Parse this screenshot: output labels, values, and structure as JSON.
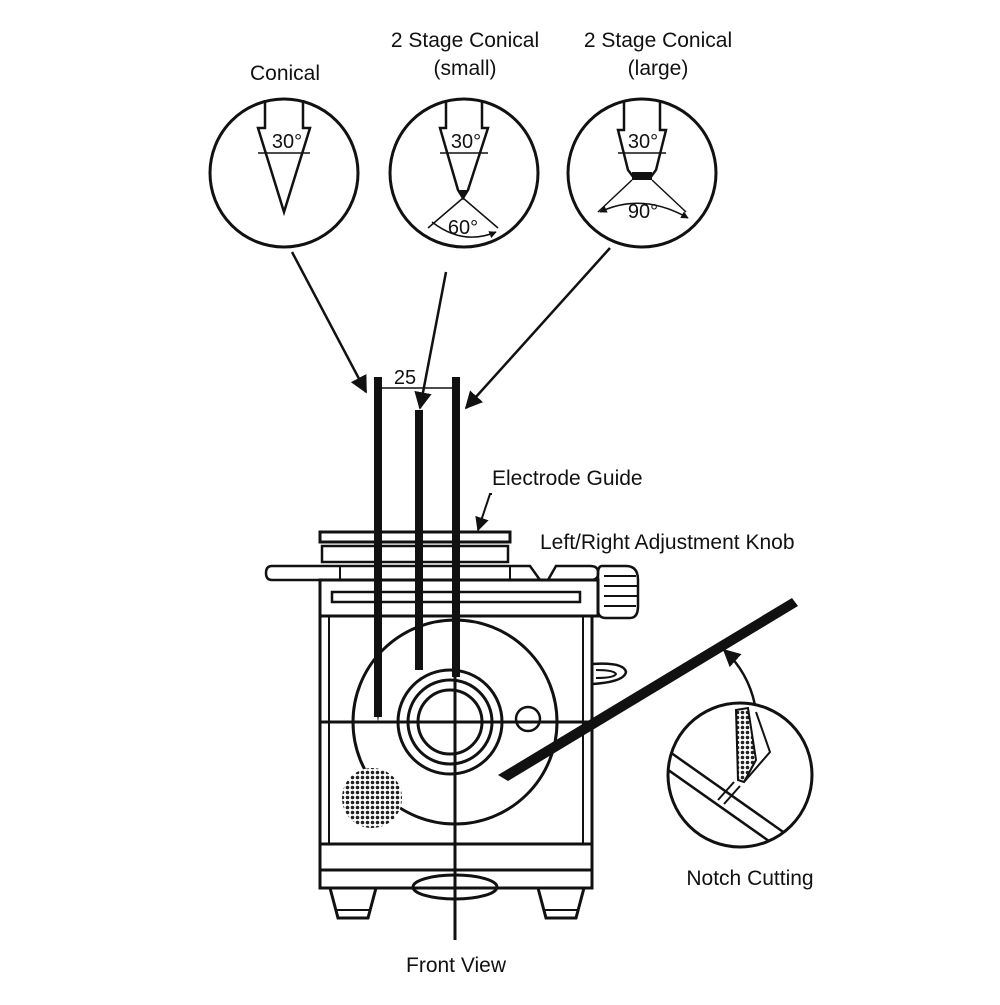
{
  "labels": {
    "conical": "Conical",
    "two_stage_small_line1": "2 Stage Conical",
    "two_stage_small_line2": "(small)",
    "two_stage_large_line1": "2 Stage Conical",
    "two_stage_large_line2": "(large)",
    "electrode_guide": "Electrode Guide",
    "adjustment_knob": "Left/Right Adjustment Knob",
    "notch_cutting": "Notch Cutting",
    "front_view": "Front View",
    "spacing": "25"
  },
  "angles": {
    "conical": "30°",
    "small_tip": "30°",
    "small_cone": "60°",
    "large_tip": "30°",
    "large_cone": "90°"
  },
  "colors": {
    "ink": "#111111",
    "paper": "#ffffff"
  }
}
